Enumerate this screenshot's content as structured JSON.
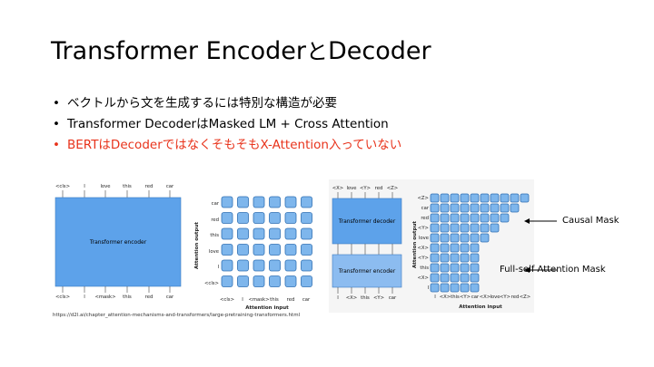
{
  "slide": {
    "title_part1": "Transformer Encoder",
    "title_connector": "と",
    "title_part2": "Decoder",
    "bullets": [
      "ベクトルから文を生成するには特別な構造が必要",
      "Transformer DecoderはMasked LM + Cross Attention",
      "BERTはDecoderではなくそもそもX-Attention入っていない"
    ],
    "colors": {
      "bullet_highlight": "#e8331b",
      "box_fill": "#5da2ea",
      "cell_fill": "#7eb6ec",
      "grey_cell": "#e6e6e6"
    }
  },
  "figure_left": {
    "box_label": "Transformer encoder",
    "top_tokens": [
      "<cls>",
      "I",
      "love",
      "this",
      "red",
      "car"
    ],
    "bottom_tokens": [
      "<cls>",
      "I",
      "<mask>",
      "this",
      "red",
      "car"
    ],
    "row_labels": [
      "car",
      "red",
      "this",
      "love",
      "I",
      "<cls>"
    ],
    "col_labels": [
      "<cls>",
      "I",
      "<mask>",
      "this",
      "red",
      "car"
    ],
    "y_axis_label": "Attention output",
    "x_axis_label": "Attention input"
  },
  "figure_right": {
    "decoder_label": "Transformer decoder",
    "encoder_label": "Transformer encoder",
    "top_tokens": [
      "<X>",
      "love",
      "<Y>",
      "red",
      "<Z>"
    ],
    "bottom_tokens": [
      "I",
      "<X>",
      "this",
      "<Y>",
      "car"
    ],
    "row_labels": [
      "<Z>",
      "car",
      "red",
      "<Y>",
      "love",
      "<X>",
      "<Y>",
      "this",
      "<X>",
      "I"
    ],
    "col_labels": [
      "I",
      "<X>",
      "this",
      "<Y>",
      "car",
      "<X>",
      "love",
      "<Y>",
      "red",
      "<Z>"
    ],
    "y_axis_label": "Attention output",
    "x_axis_label": "Attention input"
  },
  "annotations": {
    "causal_mask": "Causal Mask",
    "full_self_mask": "Full-self Attention Mask"
  },
  "source_url": "https://d2l.ai/chapter_attention-mechanisms-and-transformers/large-pretraining-transformers.html"
}
